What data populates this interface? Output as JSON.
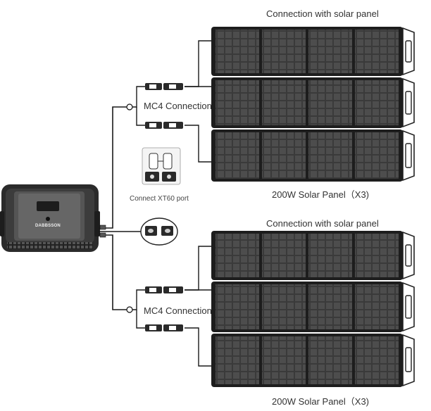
{
  "top_group": {
    "title": "Connection with solar panel",
    "connection_label": "MC4 Connection",
    "panel_label": "200W Solar Panel（X3)"
  },
  "bottom_group": {
    "title": "Connection with solar panel",
    "connection_label": "MC4 Connection",
    "panel_label": "200W Solar Panel（X3)"
  },
  "xt60": {
    "label": "Connect XT60 port"
  },
  "power_station": {
    "brand": "DABBSSON"
  }
}
